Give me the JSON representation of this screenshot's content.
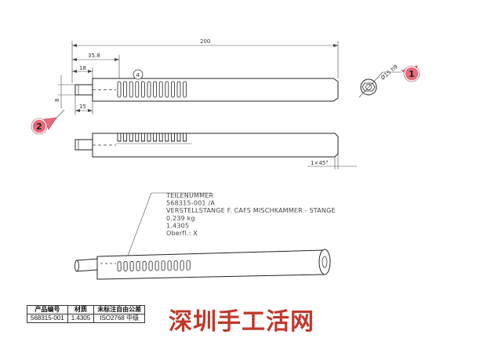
{
  "dimensions": {
    "overall_length": "200",
    "rack_offset": "35.8",
    "pin_length": "18",
    "pin_length_lower": "15",
    "pin_diameter": "8",
    "diameter_callout": "Ø15 h9",
    "chamfer": "1×45°"
  },
  "balloons": {
    "one": "1",
    "two": "2",
    "four": "4"
  },
  "part_note": {
    "lines": [
      "TEILENUMMER",
      "568315-001 /A",
      "VERSTELLSTANGE F. CAFS MISCHKAMMER - STANGE",
      "0.239  kg",
      "1.4305",
      "Oberfl.: X"
    ]
  },
  "table": {
    "headers": [
      "产品编号",
      "材质",
      "未标注自由公差"
    ],
    "row": [
      "568315-001",
      "1.4305",
      "ISO2768 中级"
    ]
  },
  "watermark": "深圳手工活网",
  "colors": {
    "balloon_fill": "#e86a7a",
    "watermark": "#c0392b"
  }
}
